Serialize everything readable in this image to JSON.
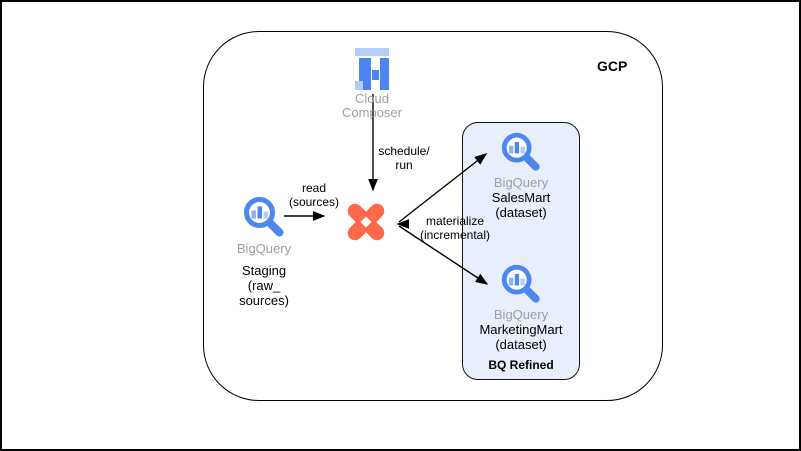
{
  "diagram": {
    "gcp": {
      "label": "GCP"
    },
    "bq_refined": {
      "label": "BQ Refined"
    },
    "nodes": {
      "composer": {
        "icon": "cloud-composer-icon",
        "line1": "Cloud",
        "line2": "Composer"
      },
      "staging": {
        "icon": "bigquery-icon",
        "product": "BigQuery",
        "line1": "Staging (raw_",
        "line2": "sources)"
      },
      "dbt": {
        "icon": "dbt-icon"
      },
      "salesmart": {
        "icon": "bigquery-icon",
        "product": "BigQuery",
        "line1": "SalesMart",
        "line2": "(dataset)"
      },
      "marketingmart": {
        "icon": "bigquery-icon",
        "product": "BigQuery",
        "line1": "MarketingMart",
        "line2": "(dataset)"
      }
    },
    "edges": {
      "read": {
        "line1": "read",
        "line2": "(sources)"
      },
      "schedule": {
        "line1": "schedule/",
        "line2": "run"
      },
      "materialize": {
        "line1": "materialize",
        "line2": "(incremental)"
      }
    },
    "colors": {
      "bigquery_blue": "#4d86ef",
      "bigquery_light_bar": "#8ab2f5",
      "bigquery_lighter_bar": "#aecbfa",
      "composer_blue": "#4b85f2",
      "composer_light": "#b3cef9",
      "dbt_orange": "#ff694b",
      "bq_refined_fill": "#e8eefb",
      "muted_text": "#9aa0a6",
      "line": "#000000"
    }
  }
}
